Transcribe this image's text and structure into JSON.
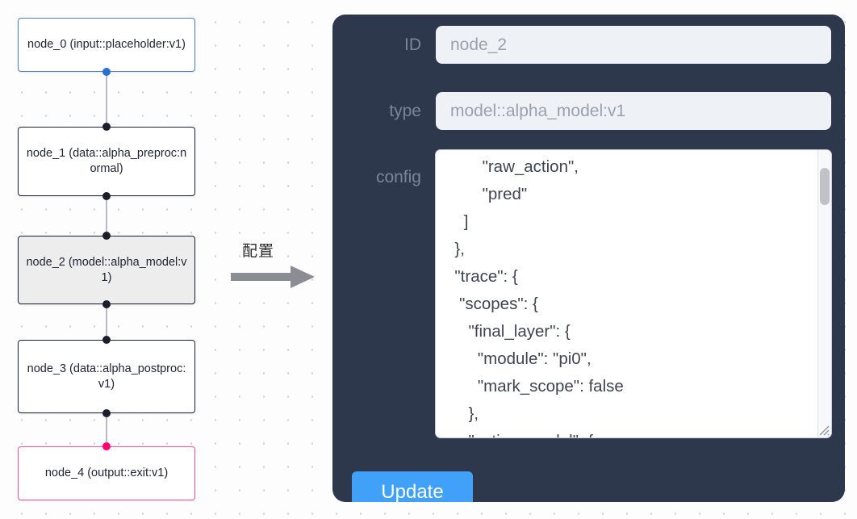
{
  "graph": {
    "nodes": [
      {
        "id": "node_0",
        "label": "node_0\n(input::placeholder:v1)",
        "kind": "input",
        "selected": false
      },
      {
        "id": "node_1",
        "label": "node_1\n(data::alpha_preproc:normal)",
        "kind": "default",
        "selected": false
      },
      {
        "id": "node_2",
        "label": "node_2\n(model::alpha_model:v1)",
        "kind": "default",
        "selected": true
      },
      {
        "id": "node_3",
        "label": "node_3\n(data::alpha_postproc:v1)",
        "kind": "default",
        "selected": false
      },
      {
        "id": "node_4",
        "label": "node_4\n(output::exit:v1)",
        "kind": "output",
        "selected": false
      }
    ],
    "edges": [
      {
        "from": "node_0",
        "to": "node_1"
      },
      {
        "from": "node_1",
        "to": "node_2"
      },
      {
        "from": "node_2",
        "to": "node_3"
      },
      {
        "from": "node_3",
        "to": "node_4"
      }
    ]
  },
  "annotation": {
    "arrow_label": "配置"
  },
  "panel": {
    "fields": {
      "id": {
        "label": "ID",
        "value": "node_2"
      },
      "type": {
        "label": "type",
        "value": "model::alpha_model:v1"
      },
      "config": {
        "label": "config",
        "value": "        \"raw_action\",\n        \"pred\"\n    ]\n  },\n  \"trace\": {\n   \"scopes\": {\n     \"final_layer\": {\n       \"module\": \"pi0\",\n       \"mark_scope\": false\n     },\n     \"action_model\": {"
      }
    },
    "update_button": "Update"
  },
  "colors": {
    "panel_bg": "#2e384c",
    "accent_blue": "#41a0f7",
    "node_input_border": "#4a7fc1",
    "node_output_border": "#f2519a",
    "node_selected_bg": "#ededed",
    "handle_blue": "#2a6fd6",
    "handle_pink": "#ff0072",
    "edge": "#b8bbc4"
  }
}
